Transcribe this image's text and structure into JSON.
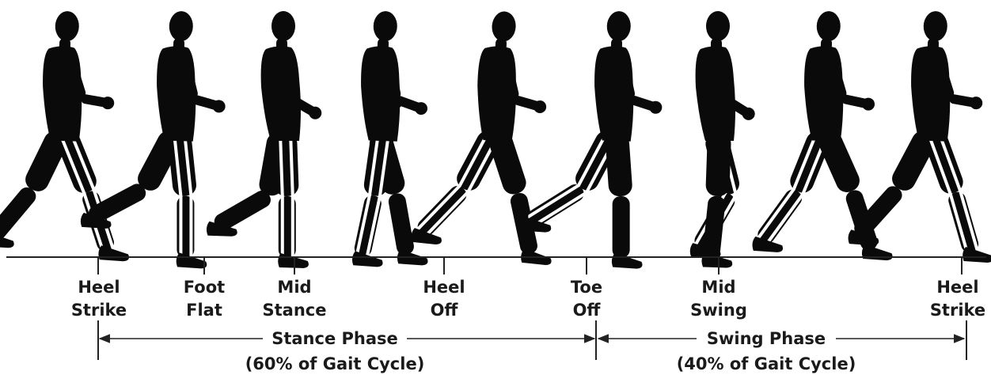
{
  "events": [
    {
      "id": "heel-strike-start",
      "line1": "Heel",
      "line2": "Strike"
    },
    {
      "id": "foot-flat",
      "line1": "Foot",
      "line2": "Flat"
    },
    {
      "id": "mid-stance",
      "line1": "Mid",
      "line2": "Stance"
    },
    {
      "id": "heel-off",
      "line1": "Heel",
      "line2": "Off"
    },
    {
      "id": "toe-off",
      "line1": "Toe",
      "line2": "Off"
    },
    {
      "id": "mid-swing",
      "line1": "Mid",
      "line2": "Swing"
    },
    {
      "id": "heel-strike-end",
      "line1": "Heel",
      "line2": "Strike"
    }
  ],
  "phases": {
    "stance": {
      "title": "Stance Phase",
      "subtitle": "(60% of Gait Cycle)"
    },
    "swing": {
      "title": "Swing Phase",
      "subtitle": "(40% of Gait Cycle)"
    }
  },
  "colors": {
    "figure": "#0a0a0a",
    "leg_stripes": "#ffffff",
    "text": "#1a1a1a",
    "lines": "#222222"
  }
}
